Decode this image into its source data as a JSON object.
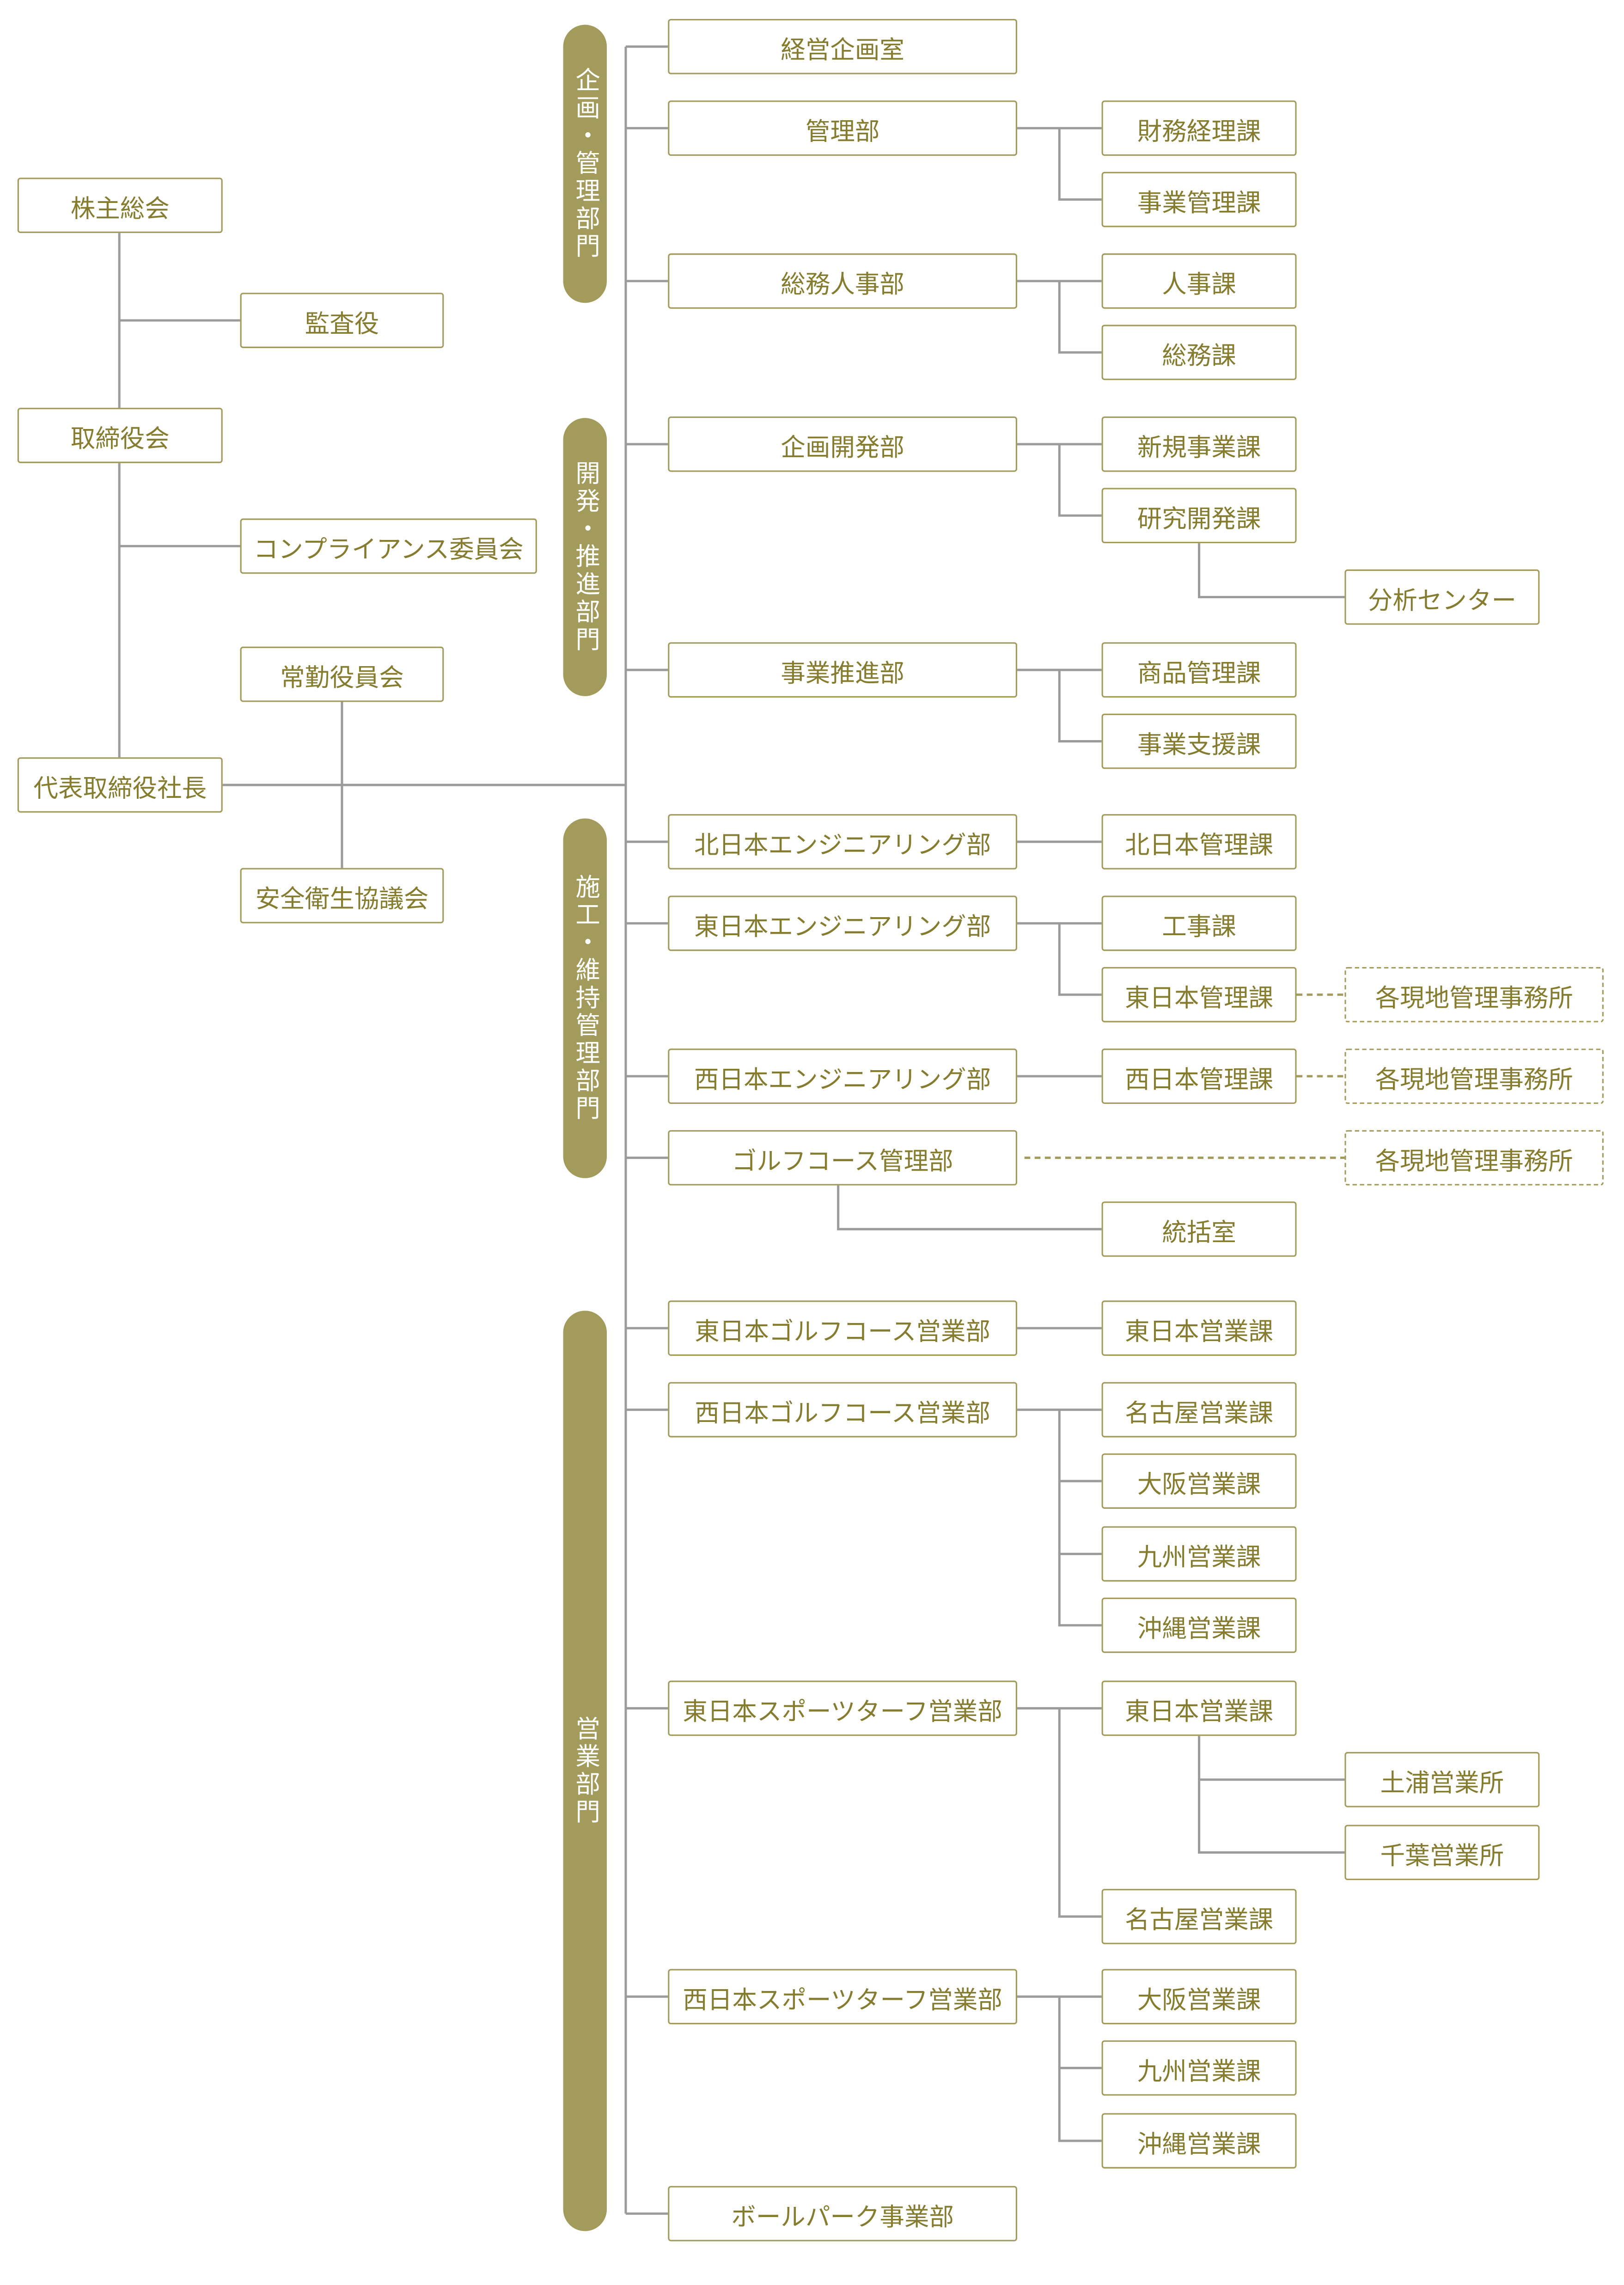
{
  "colors": {
    "accent": "#a39b5b",
    "label_text": "#857c2f",
    "connector": "#9b9b9b",
    "background": "#ffffff"
  },
  "governance": {
    "shareholders_meeting": "株主総会",
    "auditors": "監査役",
    "board_of_directors": "取締役会",
    "compliance_committee": "コンプライアンス委員会",
    "executive_committee": "常勤役員会",
    "president": "代表取締役社長",
    "safety_health_council": "安全衛生協議会"
  },
  "divisions": [
    {
      "label": "企画・管理部門",
      "departments": [
        {
          "name": "経営企画室"
        },
        {
          "name": "管理部",
          "sections": [
            {
              "name": "財務経理課"
            },
            {
              "name": "事業管理課"
            }
          ]
        },
        {
          "name": "総務人事部",
          "sections": [
            {
              "name": "人事課"
            },
            {
              "name": "総務課"
            }
          ]
        }
      ]
    },
    {
      "label": "開発・推進部門",
      "departments": [
        {
          "name": "企画開発部",
          "sections": [
            {
              "name": "新規事業課"
            },
            {
              "name": "研究開発課",
              "units": [
                "分析センター"
              ]
            }
          ]
        },
        {
          "name": "事業推進部",
          "sections": [
            {
              "name": "商品管理課"
            },
            {
              "name": "事業支援課"
            }
          ]
        }
      ]
    },
    {
      "label": "施工・維持管理部門",
      "departments": [
        {
          "name": "北日本エンジニアリング部",
          "sections": [
            {
              "name": "北日本管理課"
            }
          ]
        },
        {
          "name": "東日本エンジニアリング部",
          "sections": [
            {
              "name": "工事課"
            },
            {
              "name": "東日本管理課",
              "field_offices": "各現地管理事務所"
            }
          ]
        },
        {
          "name": "西日本エンジニアリング部",
          "sections": [
            {
              "name": "西日本管理課",
              "field_offices": "各現地管理事務所"
            }
          ]
        },
        {
          "name": "ゴルフコース管理部",
          "field_offices": "各現地管理事務所",
          "sections": [
            {
              "name": "統括室"
            }
          ]
        }
      ]
    },
    {
      "label": "営業部門",
      "departments": [
        {
          "name": "東日本ゴルフコース営業部",
          "sections": [
            {
              "name": "東日本営業課"
            }
          ]
        },
        {
          "name": "西日本ゴルフコース営業部",
          "sections": [
            {
              "name": "名古屋営業課"
            },
            {
              "name": "大阪営業課"
            },
            {
              "name": "九州営業課"
            },
            {
              "name": "沖縄営業課"
            }
          ]
        },
        {
          "name": "東日本スポーツターフ営業部",
          "sections": [
            {
              "name": "東日本営業課",
              "units": [
                "土浦営業所",
                "千葉営業所"
              ]
            },
            {
              "name": "名古屋営業課"
            }
          ]
        },
        {
          "name": "西日本スポーツターフ営業部",
          "sections": [
            {
              "name": "大阪営業課"
            },
            {
              "name": "九州営業課"
            },
            {
              "name": "沖縄営業課"
            }
          ]
        },
        {
          "name": "ボールパーク事業部"
        }
      ]
    }
  ]
}
